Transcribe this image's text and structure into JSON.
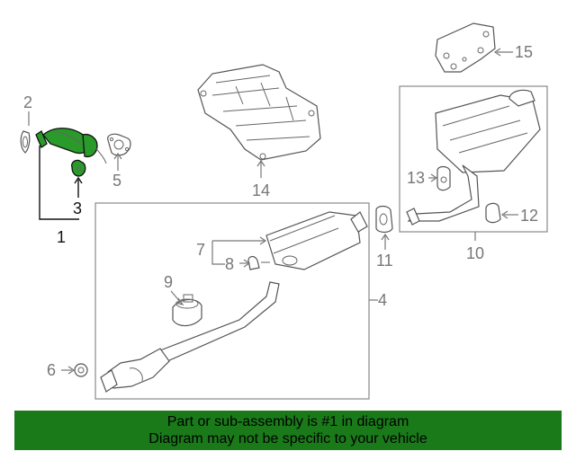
{
  "callouts": {
    "c1": "1",
    "c2": "2",
    "c3": "3",
    "c4": "4",
    "c5": "5",
    "c6": "6",
    "c7": "7",
    "c8": "8",
    "c9": "9",
    "c10": "10",
    "c11": "11",
    "c12": "12",
    "c13": "13",
    "c14": "14",
    "c15": "15"
  },
  "highlight_color": "#2a9a2a",
  "banner": {
    "line1": "Part or sub-assembly is #1 in diagram",
    "line2": "Diagram may not be specific to your vehicle",
    "color": "#1a7a1a"
  }
}
